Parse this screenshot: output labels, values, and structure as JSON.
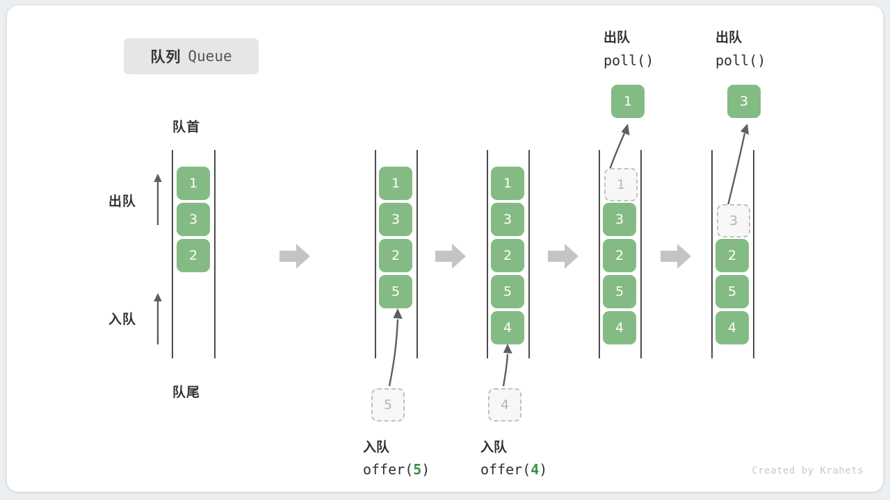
{
  "title": {
    "cn": "队列",
    "en": "Queue"
  },
  "colors": {
    "cell_fill": "#84bb84",
    "cell_text": "#ffffff",
    "ghost_fill": "#f7f7f7",
    "ghost_border": "#c0c0c0",
    "ghost_text": "#b5b5b5",
    "rail": "#4a4a4a",
    "step_arrow": "#c4c4c4",
    "thin_arrow": "#5e5e5e",
    "accent_green": "#3a8f46",
    "badge_bg": "#e6e6e6",
    "card_bg": "#ffffff",
    "page_bg": "#eceff1"
  },
  "annotations": {
    "head": "队首",
    "tail": "队尾",
    "dequeue": "出队",
    "enqueue": "入队"
  },
  "credit": "Created by Krahets",
  "steps": [
    {
      "id": "step-initial",
      "cells": [
        "1",
        "3",
        "2"
      ],
      "side_labels": {
        "dequeue": "出队",
        "enqueue": "入队"
      },
      "head_label": "队首",
      "tail_label": "队尾"
    },
    {
      "id": "step-offer-5",
      "cells": [
        "1",
        "3",
        "2",
        "5"
      ],
      "ghost_value": "5",
      "op_cn": "入队",
      "op_code_prefix": "offer(",
      "op_code_value": "5",
      "op_code_suffix": ")"
    },
    {
      "id": "step-offer-4",
      "cells": [
        "1",
        "3",
        "2",
        "5",
        "4"
      ],
      "ghost_value": "4",
      "op_cn": "入队",
      "op_code_prefix": "offer(",
      "op_code_value": "4",
      "op_code_suffix": ")"
    },
    {
      "id": "step-poll-1",
      "ghost_slot_index": 0,
      "ghost_value": "1",
      "cells": [
        "3",
        "2",
        "5",
        "4"
      ],
      "popped_value": "1",
      "op_cn": "出队",
      "op_code": "poll()"
    },
    {
      "id": "step-poll-3",
      "ghost_slot_index": 1,
      "ghost_value": "3",
      "cells": [
        "2",
        "5",
        "4"
      ],
      "popped_value": "3",
      "op_cn": "出队",
      "op_code": "poll()"
    }
  ]
}
